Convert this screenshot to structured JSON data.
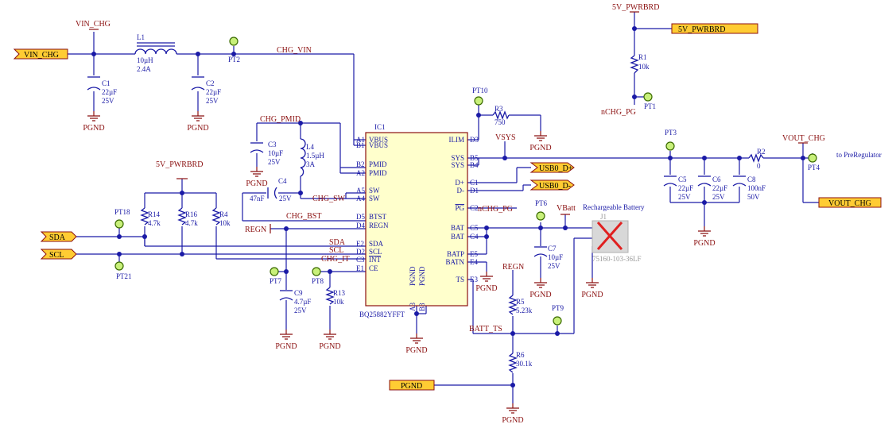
{
  "nets": {
    "vin_chg": "VIN_CHG",
    "chg_vin": "CHG_VIN",
    "chg_pmid": "CHG_PMID",
    "chg_sw": "CHG_SW",
    "chg_bst": "CHG_BST",
    "regn": "REGN",
    "sda": "SDA",
    "scl": "SCL",
    "chg_it": "CHG_IT",
    "vsys": "VSYS",
    "nchg_pg": "nCHG_PG",
    "vbatt": "VBatt",
    "batt_ts": "BATT_TS",
    "vout_chg": "VOUT_CHG",
    "five_v": "5V_PWRBRD",
    "pgnd": "PGND",
    "to_prereg": "to PreRegulator",
    "rechargeable": "Rechargeable Battery"
  },
  "ports": {
    "vin_chg": "VIN_CHG",
    "five_v": "5V_PWRBRD",
    "usb_dp": "USB0_D+",
    "usb_dm": "USB0_D-",
    "vout_chg": "VOUT_CHG",
    "sda": "SDA",
    "scl": "SCL",
    "pgnd": "PGND"
  },
  "ic": {
    "ref": "IC1",
    "part": "BQ25882YFFT",
    "left_pins": [
      {
        "num": "A1",
        "name": "VBUS"
      },
      {
        "num": "B1",
        "name": "VBUS"
      },
      {
        "num": "B2",
        "name": "PMID"
      },
      {
        "num": "A2",
        "name": "PMID"
      },
      {
        "num": "A5",
        "name": "SW"
      },
      {
        "num": "A4",
        "name": "SW"
      },
      {
        "num": "D5",
        "name": "BTST"
      },
      {
        "num": "D4",
        "name": "REGN"
      },
      {
        "num": "E2",
        "name": "SDA"
      },
      {
        "num": "D2",
        "name": "SCL"
      },
      {
        "num": "C3",
        "name": "INT"
      },
      {
        "num": "E1",
        "name": "CE"
      }
    ],
    "right_pins": [
      {
        "num": "D3",
        "name": "ILIM"
      },
      {
        "num": "B5",
        "name": "SYS"
      },
      {
        "num": "B4",
        "name": "SYS"
      },
      {
        "num": "C1",
        "name": "D+"
      },
      {
        "num": "D1",
        "name": "D-"
      },
      {
        "num": "C2",
        "name": "PG"
      },
      {
        "num": "C5",
        "name": "BAT"
      },
      {
        "num": "C4",
        "name": "BAT"
      },
      {
        "num": "E5",
        "name": "BATP"
      },
      {
        "num": "E4",
        "name": "BATN"
      },
      {
        "num": "E3",
        "name": "TS"
      }
    ],
    "bottom_pins": [
      {
        "num": "A3",
        "name": "PGND"
      },
      {
        "num": "B3",
        "name": "PGND"
      }
    ]
  },
  "parts": {
    "L1": {
      "ref": "L1",
      "val1": "10µH",
      "val2": "2.4A"
    },
    "C1": {
      "ref": "C1",
      "val1": "22µF",
      "val2": "25V"
    },
    "C2": {
      "ref": "C2",
      "val1": "22µF",
      "val2": "25V"
    },
    "C3": {
      "ref": "C3",
      "val1": "10µF",
      "val2": "25V"
    },
    "L4": {
      "ref": "L4",
      "val1": "1.5µH",
      "val2": "3A"
    },
    "C4": {
      "ref": "C4",
      "val1": "47nF",
      "val2": "25V"
    },
    "R14": {
      "ref": "R14",
      "val1": "4.7k"
    },
    "R16": {
      "ref": "R16",
      "val1": "4.7k"
    },
    "R4": {
      "ref": "R4",
      "val1": "10k"
    },
    "C9": {
      "ref": "C9",
      "val1": "4.7µF",
      "val2": "25V"
    },
    "R13": {
      "ref": "R13",
      "val1": "10k"
    },
    "R3": {
      "ref": "R3",
      "val1": "750"
    },
    "R1": {
      "ref": "R1",
      "val1": "10k"
    },
    "R2": {
      "ref": "R2",
      "val1": "0"
    },
    "C5": {
      "ref": "C5",
      "val1": "22µF",
      "val2": "25V"
    },
    "C6": {
      "ref": "C6",
      "val1": "22µF",
      "val2": "25V"
    },
    "C8": {
      "ref": "C8",
      "val1": "100nF",
      "val2": "50V"
    },
    "C7": {
      "ref": "C7",
      "val1": "10µF",
      "val2": "25V"
    },
    "R5": {
      "ref": "R5",
      "val1": "5.23k"
    },
    "R6": {
      "ref": "R6",
      "val1": "30.1k"
    },
    "J1": {
      "ref": "J1",
      "part": "75160-103-36LF"
    }
  },
  "testpoints": [
    "PT2",
    "PT10",
    "PT1",
    "PT3",
    "PT4",
    "PT6",
    "PT9",
    "PT18",
    "PT21",
    "PT7",
    "PT8"
  ]
}
